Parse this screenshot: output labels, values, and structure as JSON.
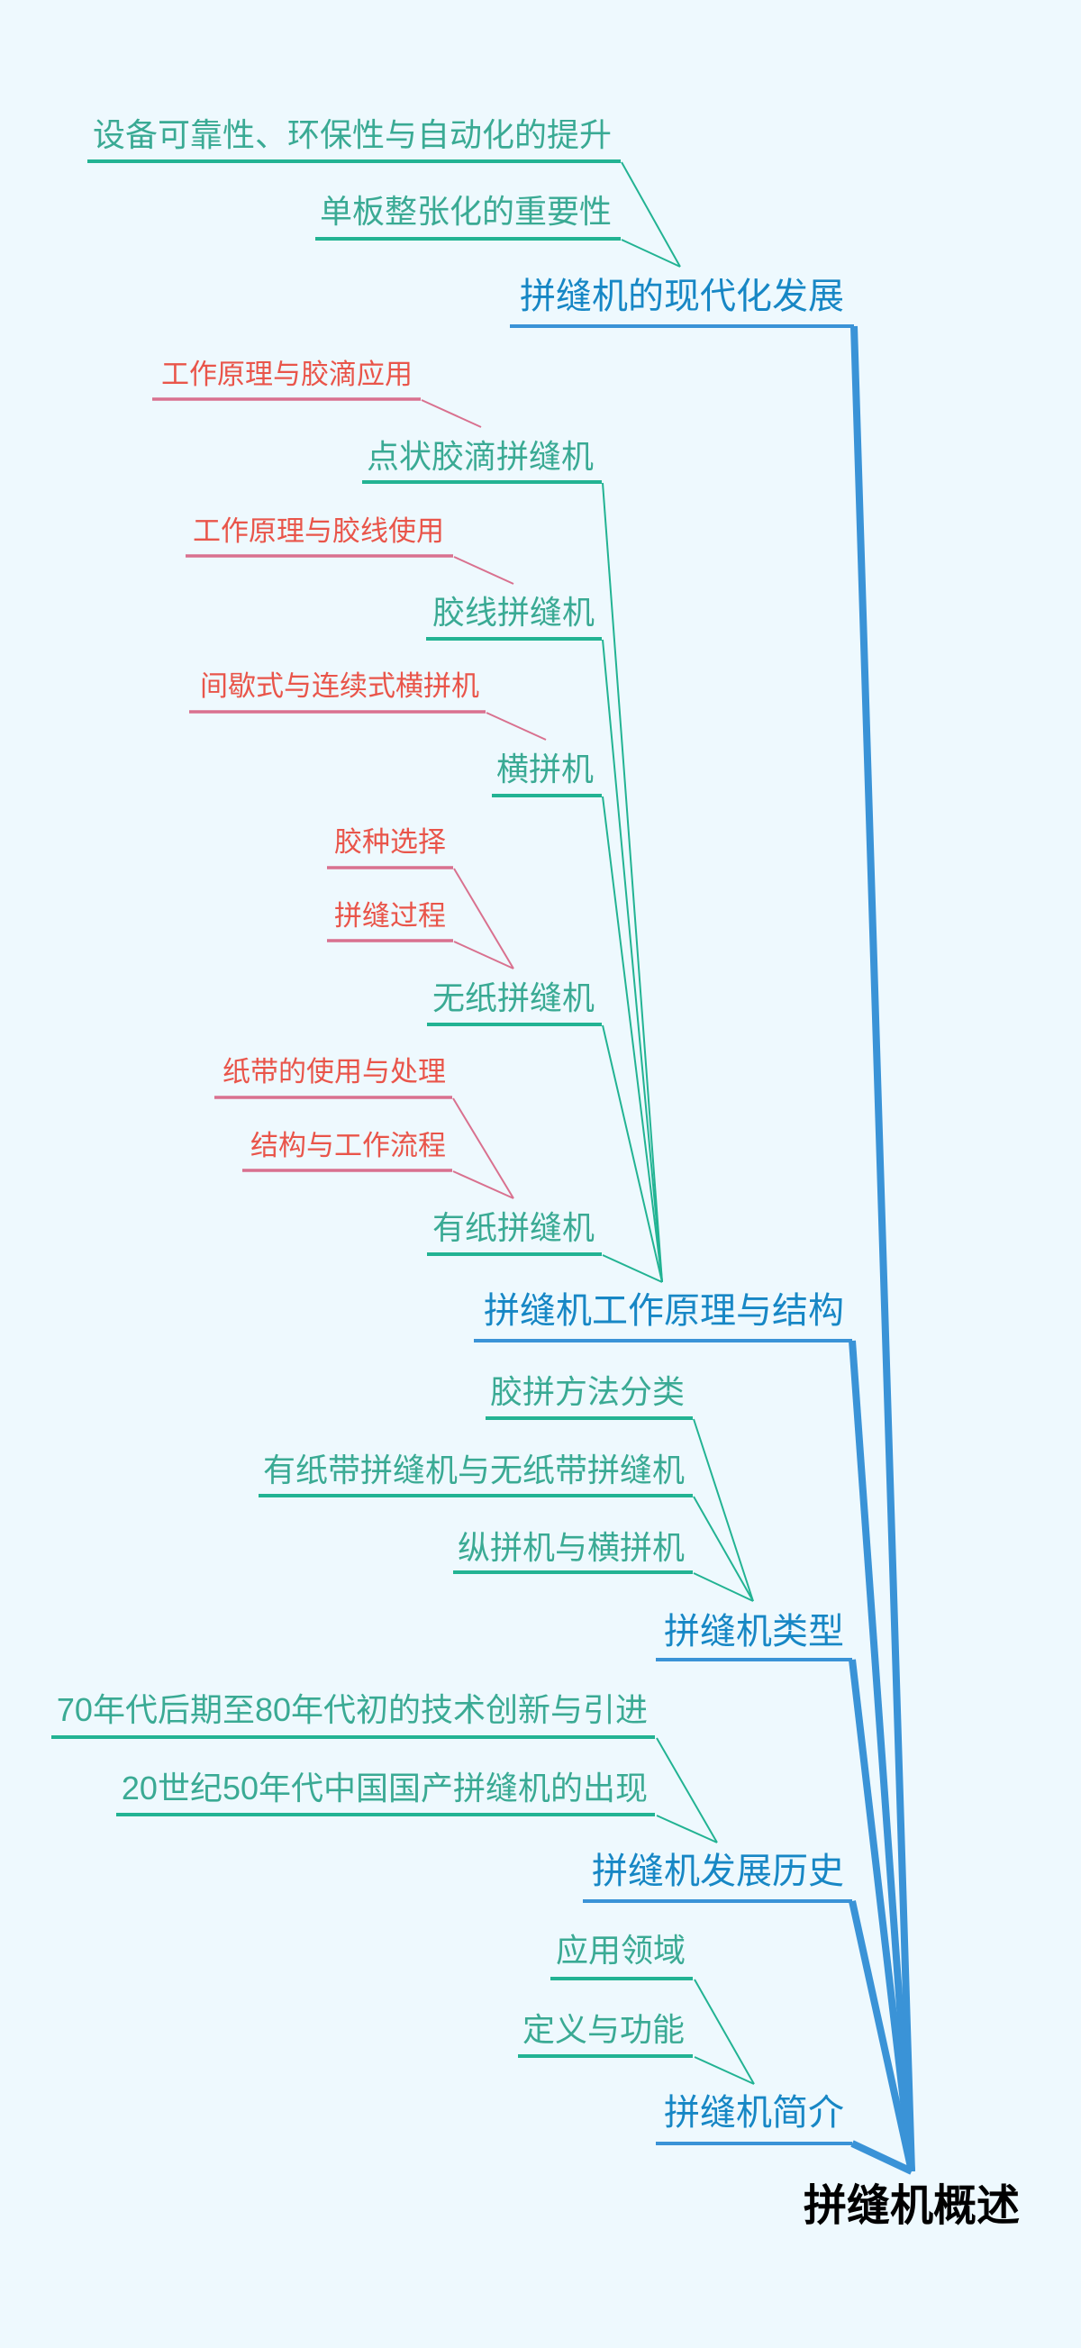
{
  "theme": {
    "background": "#eef9fe",
    "root_text": "#000000",
    "main_text": "#1787c5",
    "main_line": "#3a93d7",
    "sub_text": "#3aaa94",
    "sub_line": "#22b393",
    "leaf_text": "#e9554a",
    "leaf_line": "#d9718f"
  },
  "root": {
    "label": "拼缝机概述"
  },
  "branches": [
    {
      "label": "拼缝机的现代化发展",
      "children": [
        {
          "label": "设备可靠性、环保性与自动化的提升"
        },
        {
          "label": "单板整张化的重要性"
        }
      ]
    },
    {
      "label": "拼缝机工作原理与结构",
      "children": [
        {
          "label": "点状胶滴拼缝机",
          "children": [
            {
              "label": "工作原理与胶滴应用"
            }
          ]
        },
        {
          "label": "胶线拼缝机",
          "children": [
            {
              "label": "工作原理与胶线使用"
            }
          ]
        },
        {
          "label": "横拼机",
          "children": [
            {
              "label": "间歇式与连续式横拼机"
            }
          ]
        },
        {
          "label": "无纸拼缝机",
          "children": [
            {
              "label": "胶种选择"
            },
            {
              "label": "拼缝过程"
            }
          ]
        },
        {
          "label": "有纸拼缝机",
          "children": [
            {
              "label": "纸带的使用与处理"
            },
            {
              "label": "结构与工作流程"
            }
          ]
        }
      ]
    },
    {
      "label": "拼缝机类型",
      "children": [
        {
          "label": "胶拼方法分类"
        },
        {
          "label": "有纸带拼缝机与无纸带拼缝机"
        },
        {
          "label": "纵拼机与横拼机"
        }
      ]
    },
    {
      "label": "拼缝机发展历史",
      "children": [
        {
          "label": "70年代后期至80年代初的技术创新与引进"
        },
        {
          "label": "20世纪50年代中国国产拼缝机的出现"
        }
      ]
    },
    {
      "label": "拼缝机简介",
      "children": [
        {
          "label": "应用领域"
        },
        {
          "label": "定义与功能"
        }
      ]
    }
  ]
}
